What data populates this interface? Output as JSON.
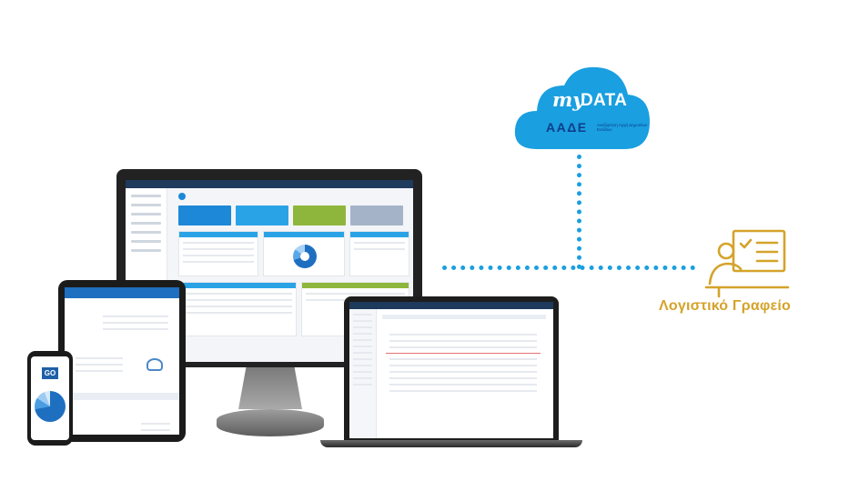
{
  "cloud": {
    "brand_my": "my",
    "brand_data": "DATA",
    "org": "ΑΑΔΕ",
    "org_subtitle": "Ανεξάρτητη Αρχή Δημοσίων Εσόδων",
    "fill_color": "#1a9fe0"
  },
  "accountant": {
    "label": "Λογιστικό Γραφείο",
    "color": "#d4a32a",
    "icon": "accountant-desk-icon"
  },
  "connector_color": "#1a9fe0",
  "phone": {
    "logo": "GO"
  }
}
